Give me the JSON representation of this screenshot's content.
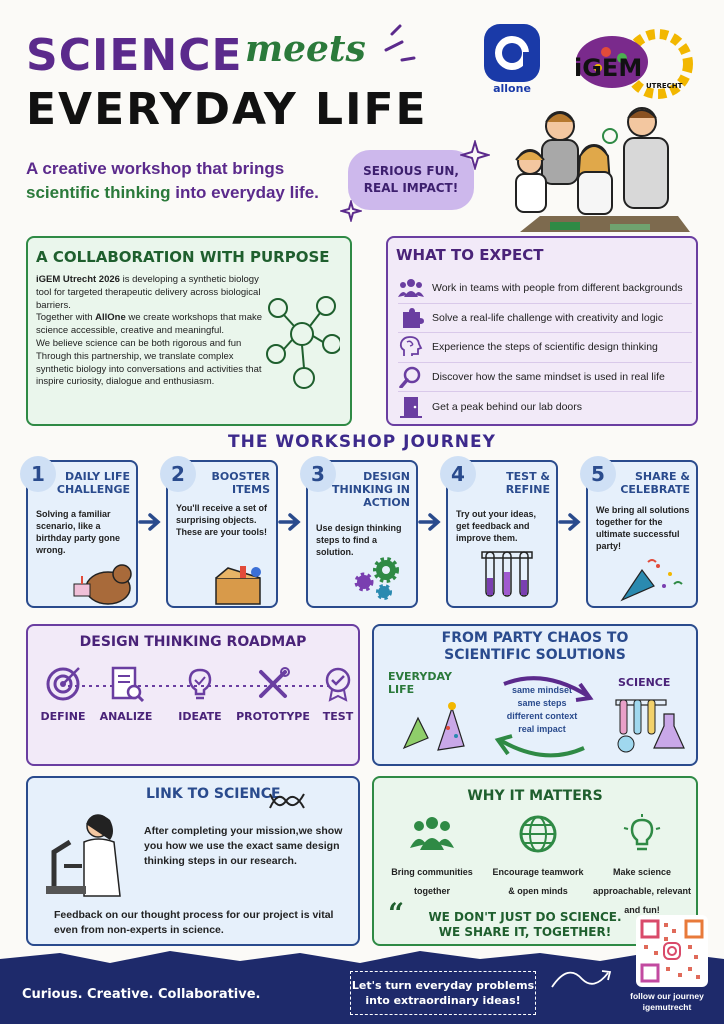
{
  "header": {
    "title_science": "SCIENCE",
    "title_meets": "meets",
    "title_everyday": "EVERYDAY LIFE",
    "subtitle_part1": "A creative workshop that brings",
    "subtitle_part2": "scientific thinking",
    "subtitle_part3": "into everyday life.",
    "badge_line1": "SERIOUS FUN,",
    "badge_line2": "REAL IMPACT!",
    "logo_allone": "allone",
    "logo_igem": "iGEM",
    "logo_igem_sub": "UTRECHT"
  },
  "collaboration": {
    "title": "A COLLABORATION WITH PURPOSE",
    "p1_bold": "iGEM Utrecht 2026",
    "p1_rest": " is developing a synthetic biology tool for targeted therapeutic delivery across biological barriers.",
    "p2_start": "Together with ",
    "p2_bold": "AllOne",
    "p2_rest": " we create workshops that make science accessible, creative and meaningful.",
    "p3": "We believe science can be both rigorous and fun",
    "p4": "Through this partnership, we translate complex synthetic biology into conversations and activities that inspire curiosity, dialogue and enthusiasm."
  },
  "expect": {
    "title": "WHAT TO EXPECT",
    "items": [
      {
        "icon": "team-icon",
        "label": "Work in teams with people from different backgrounds"
      },
      {
        "icon": "puzzle-icon",
        "label": "Solve a real-life challenge with creativity and logic"
      },
      {
        "icon": "brain-icon",
        "label": "Experience the steps of scientific design thinking"
      },
      {
        "icon": "magnifier-icon",
        "label": "Discover how the same mindset is used in real life"
      },
      {
        "icon": "door-icon",
        "label": "Get a peak behind our lab doors"
      }
    ]
  },
  "journey": {
    "title": "THE WORKSHOP JOURNEY",
    "steps": [
      {
        "num": "1",
        "title": "DAILY LIFE CHALLENGE",
        "desc": "Solving a familiar scenario, like a birthday party gone wrong."
      },
      {
        "num": "2",
        "title": "BOOSTER ITEMS",
        "desc": "You'll receive a set of surprising objects. These are your tools!"
      },
      {
        "num": "3",
        "title": "DESIGN THINKING IN ACTION",
        "desc": "Use design thinking steps to find a solution."
      },
      {
        "num": "4",
        "title": "TEST & REFINE",
        "desc": "Try out your ideas, get feedback and improve them."
      },
      {
        "num": "5",
        "title": "SHARE & CELEBRATE",
        "desc": "We bring all solutions together for the ultimate successful party!"
      }
    ]
  },
  "roadmap": {
    "title": "DESIGN THINKING ROADMAP",
    "items": [
      "DEFINE",
      "ANALIZE",
      "IDEATE",
      "PROTOTYPE",
      "TEST"
    ]
  },
  "chaos": {
    "title_line1": "FROM PARTY CHAOS TO",
    "title_line2": "SCIENTIFIC SOLUTIONS",
    "left_label_1": "EVERYDAY",
    "left_label_2": "LIFE",
    "right_label": "SCIENCE",
    "mid_lines": [
      "same mindset",
      "same steps",
      "different context",
      "real impact"
    ]
  },
  "link": {
    "title": "LINK TO SCIENCE",
    "p1": "After completing your mission,we show you how we use the exact same design thinking steps in our research.",
    "p2": "Feedback on our thought process for our project is vital even from non-experts in science."
  },
  "why": {
    "title": "WHY IT MATTERS",
    "items": [
      {
        "icon": "community-icon",
        "label": "Bring communities together"
      },
      {
        "icon": "globe-icon",
        "label": "Encourage teamwork & open minds"
      },
      {
        "icon": "lightbulb-icon",
        "label": "Make science approachable, relevant and fun!"
      }
    ],
    "quote_mark": "“",
    "slogan_line1": "WE DON'T JUST DO SCIENCE.",
    "slogan_line2": "WE SHARE IT, TOGETHER!"
  },
  "footer": {
    "tagline": "Curious. Creative. Collaborative.",
    "box_line1": "Let's turn everyday problems",
    "box_line2": "into extraordinary ideas!",
    "follow_line1": "follow our journey",
    "follow_line2": "igemutrecht"
  },
  "colors": {
    "purple": "#5b2a8c",
    "green": "#2b7a3b",
    "navy": "#1e2a6b",
    "blue": "#2a4b8d"
  }
}
